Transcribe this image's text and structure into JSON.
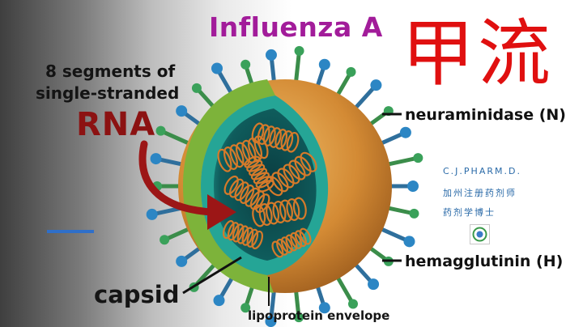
{
  "diagram": {
    "title": "Influenza A",
    "title_cn": "甲流",
    "label_segments_line1": "8 segments of",
    "label_segments_line2": "single-stranded",
    "label_rna": "RNA",
    "label_neuraminidase": "neuraminidase (N)",
    "label_hemagglutinin": "hemagglutinin (H)",
    "label_capsid": "capsid",
    "label_envelope": "lipoprotein envelope"
  },
  "credit": {
    "line1": "C.J.PHARM.D.",
    "line2": "加州注册药剂师",
    "line3": "药剂学博士"
  },
  "colors": {
    "title": "#a21c9a",
    "title_cn": "#e01010",
    "rna": "#8c1212",
    "credit": "#2a6aa8",
    "envelope": "#d8903a",
    "capsid": "#1e9a8e",
    "spike": "#2c86c4",
    "rna_coil": "#d67a2a",
    "arrow": "#9c1616"
  }
}
